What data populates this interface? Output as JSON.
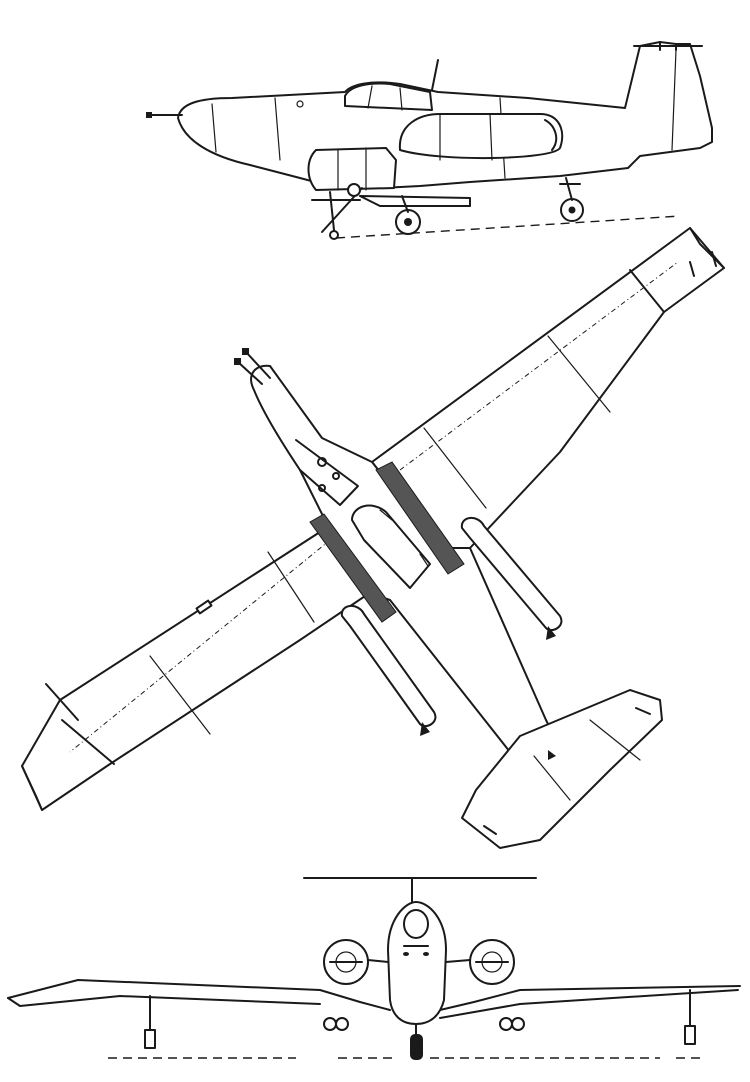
{
  "drawing": {
    "views": [
      {
        "id": "side",
        "name": ""
      },
      {
        "id": "plan",
        "name": ""
      },
      {
        "id": "front",
        "name": ""
      }
    ]
  }
}
